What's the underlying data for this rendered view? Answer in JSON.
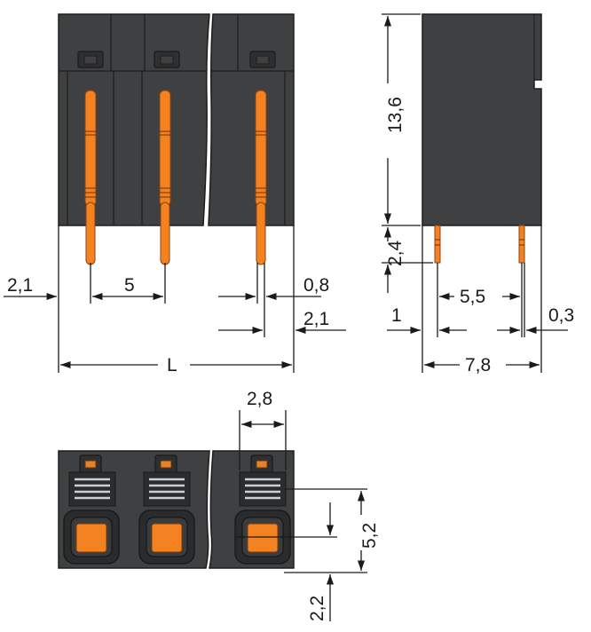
{
  "colors": {
    "housing": "#3f4042",
    "housing_dark": "#2e2f31",
    "pin": "#f58220",
    "line": "#1a1a1a"
  },
  "dimensions": {
    "front_left_offset": "2,1",
    "pitch": "5",
    "pin_width": "0,8",
    "front_right_offset": "2,1",
    "overall_length": "L",
    "side_height": "13,6",
    "pin_length": "2,4",
    "pin_spacing": "5,5",
    "side_left": "1",
    "side_right": "0,3",
    "side_width": "7,8",
    "bottom_width": "2,8",
    "bottom_height": "5,2",
    "bottom_offset": "2,2"
  }
}
